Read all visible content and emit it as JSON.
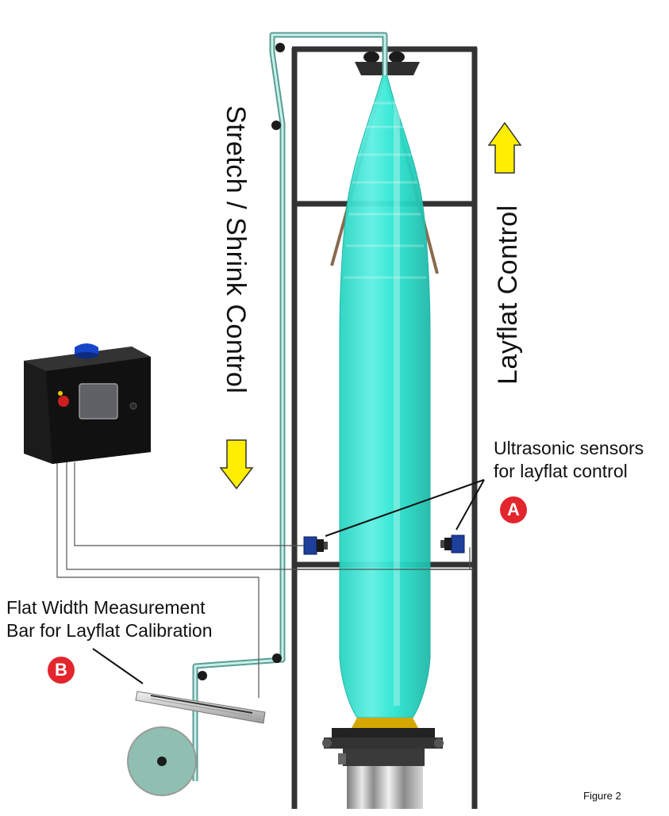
{
  "labels": {
    "stretch_shrink_control": "Stretch / Shrink Control",
    "layflat_control": "Layflat Control",
    "ultrasonic_line1": "Ultrasonic sensors",
    "ultrasonic_line2": "for layflat control",
    "flat_width_line1": "Flat Width Measurement",
    "flat_width_line2": "Bar for Layflat Calibration",
    "figure_caption": "Figure 2"
  },
  "badges": {
    "a": "A",
    "b": "B"
  },
  "colors": {
    "frame": "#333333",
    "bubble": "#2de0c8",
    "film_path": "#7fd3c8",
    "arrow_fill": "#ffee00",
    "badge_red": "#e3262d",
    "sensor_blue": "#1f3f9c",
    "cabinet": "#1b1b1b",
    "roll": "#8fbfb0"
  }
}
